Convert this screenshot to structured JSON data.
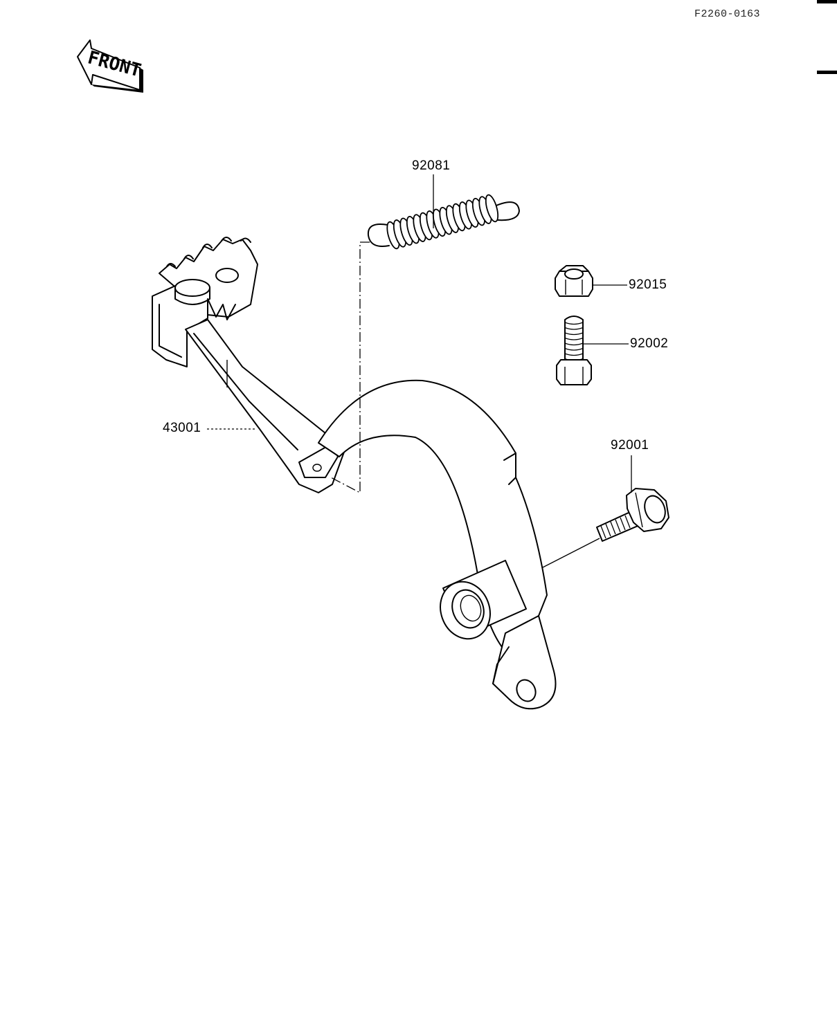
{
  "drawing": {
    "reference_code": "F2260-0163",
    "front_label": "FRONT",
    "parts": {
      "p43001": "43001",
      "p92081": "92081",
      "p92015": "92015",
      "p92002": "92002",
      "p92001": "92001"
    }
  }
}
